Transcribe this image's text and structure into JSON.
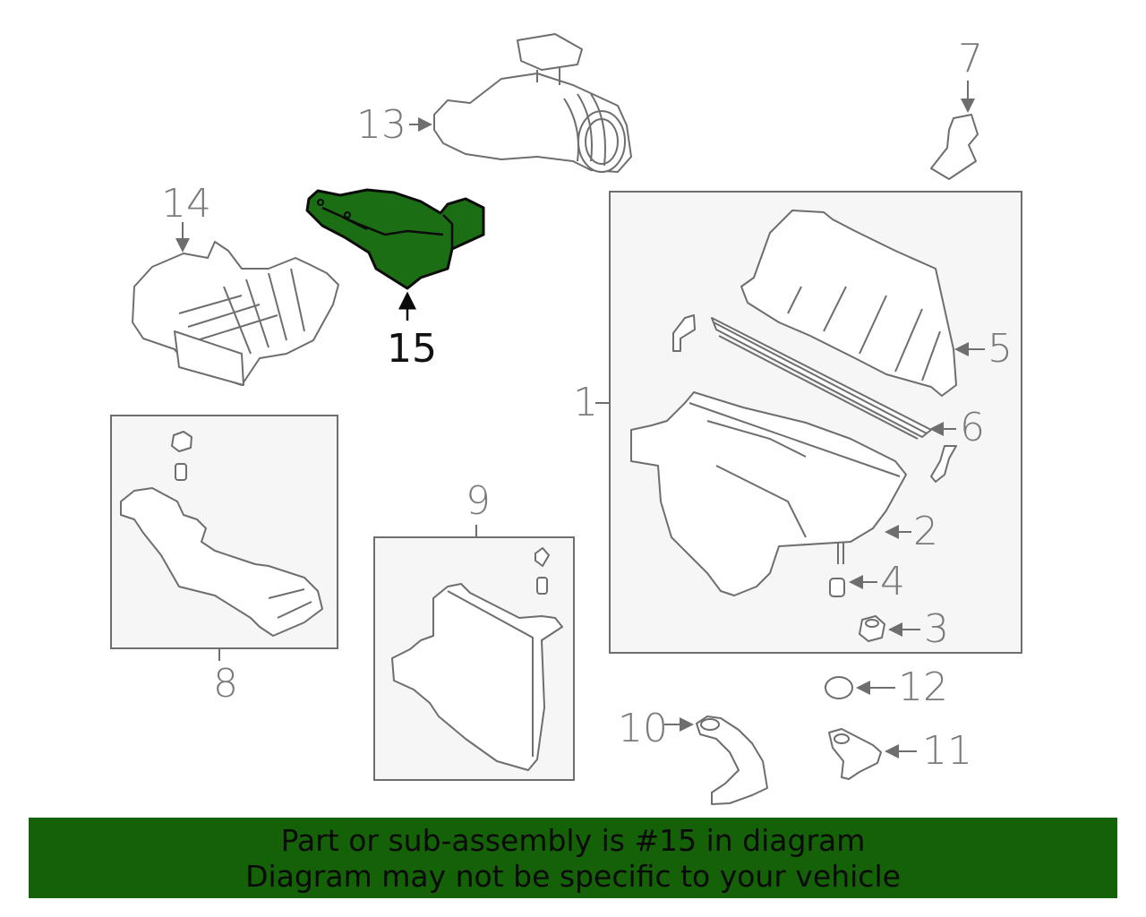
{
  "diagram": {
    "highlighted_part": "15",
    "highlight_color": "#1c6e14",
    "callouts": [
      {
        "id": "1",
        "label": "1"
      },
      {
        "id": "2",
        "label": "2"
      },
      {
        "id": "3",
        "label": "3"
      },
      {
        "id": "4",
        "label": "4"
      },
      {
        "id": "5",
        "label": "5"
      },
      {
        "id": "6",
        "label": "6"
      },
      {
        "id": "7",
        "label": "7"
      },
      {
        "id": "8",
        "label": "8"
      },
      {
        "id": "9",
        "label": "9"
      },
      {
        "id": "10",
        "label": "10"
      },
      {
        "id": "11",
        "label": "11"
      },
      {
        "id": "12",
        "label": "12"
      },
      {
        "id": "13",
        "label": "13"
      },
      {
        "id": "14",
        "label": "14"
      },
      {
        "id": "15",
        "label": "15"
      }
    ]
  },
  "banner": {
    "background": "#156108",
    "line1": "Part or sub-assembly is #15 in diagram",
    "line2": "Diagram may not be specific to your vehicle"
  }
}
